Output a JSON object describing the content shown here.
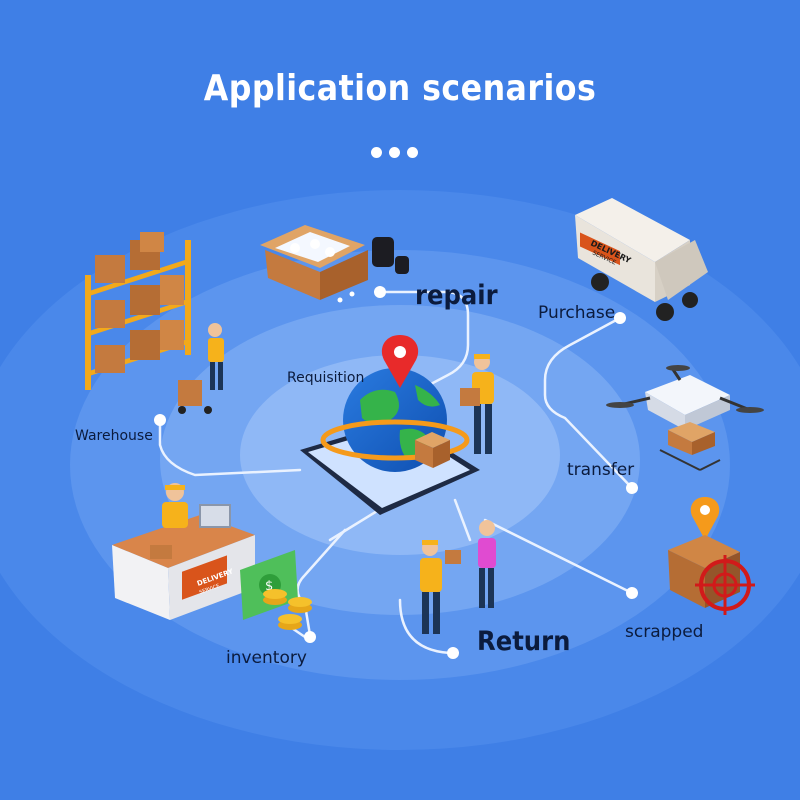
{
  "title": "Application scenarios",
  "nodes": {
    "repair": "repair",
    "purchase": "Purchase",
    "requisition": "Requisition",
    "warehouse": "Warehouse",
    "transfer": "transfer",
    "scrapped": "scrapped",
    "return": "Return",
    "inventory": "inventory"
  },
  "illustrations": {
    "van_brand": "DELIVERY",
    "van_sub": "SERVICE",
    "desk_brand": "DELIVERY",
    "desk_sub": "SERVICE",
    "money_symbol": "$"
  },
  "colors": {
    "background": "#3f7fe6",
    "ring_light": "#6b9cf0",
    "connector": "#e8f0ff",
    "box": "#c47a3f",
    "shirt": "#f6b21b",
    "target": "#d11a1a",
    "pin": "#e82a2a"
  },
  "icons": [
    "open-box-icon",
    "delivery-van-icon",
    "warehouse-shelf-icon",
    "globe-phone-icon",
    "drone-icon",
    "reception-desk-icon",
    "cash-icon",
    "scrapped-box-target-icon",
    "courier-person-icon"
  ]
}
